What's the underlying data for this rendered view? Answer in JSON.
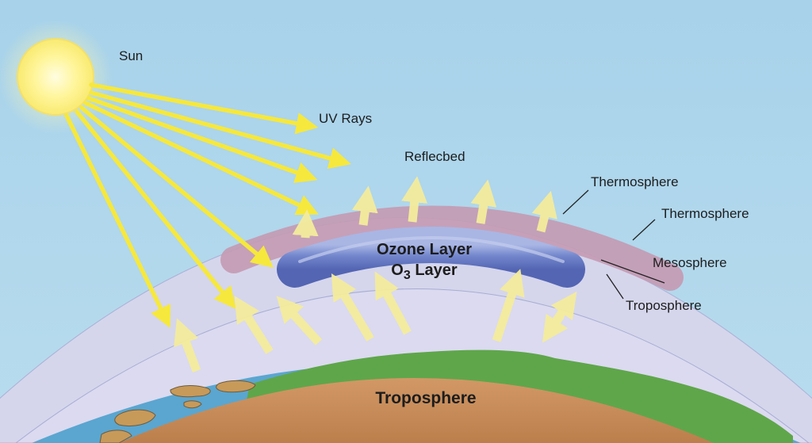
{
  "labels": {
    "sun": "Sun",
    "uv_rays": "UV Rays",
    "reflected": "Reflecbed",
    "thermosphere_1": "Thermosphere",
    "thermosphere_2": "Thermosphere",
    "mesosphere": "Mesosphere",
    "troposphere_right": "Troposphere",
    "ozone_layer": "Ozone Layer",
    "o3_prefix": "O",
    "o3_subscript": "3",
    "o3_suffix": " Layer",
    "troposphere_ground": "Troposphere"
  },
  "colors": {
    "sky": "#a9d4ea",
    "outer_atmosphere": "#d5d6ec",
    "inner_atmosphere": "#dad9ef",
    "mauve_band": "#bf95ad",
    "ozone_band": "#6f83c9",
    "sun": "#fff38a",
    "uv_ray": "#f6e83c",
    "reflected_ray": "#f4ec9c",
    "ocean": "#5ea8d0",
    "land_green": "#5ea548",
    "ground": "#c98e5b"
  },
  "icons": {
    "sun": "sun-icon",
    "uv_arrow": "arrow-icon",
    "reflected_arrow": "arrow-up-icon"
  }
}
